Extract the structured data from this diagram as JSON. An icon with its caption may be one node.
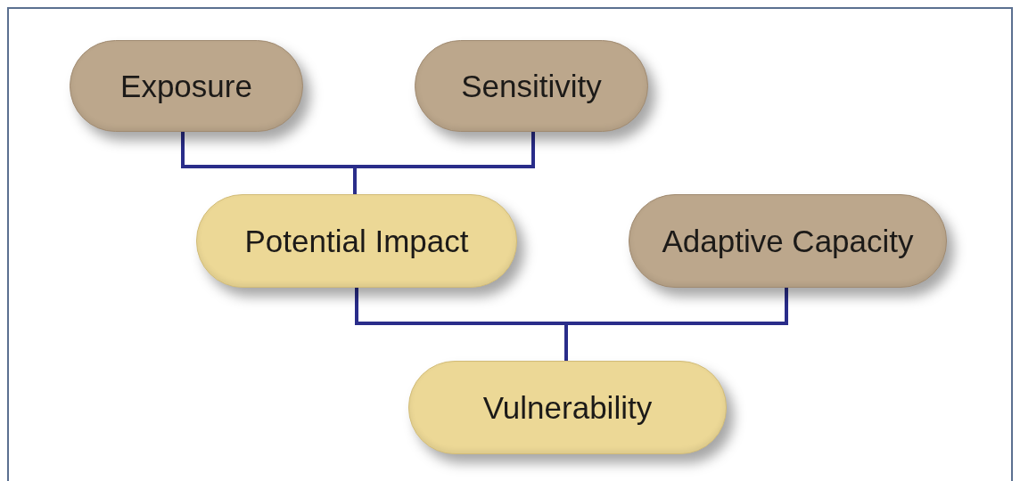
{
  "diagram": {
    "nodes": [
      {
        "text": [
          "Exposure"
        ]
      },
      {
        "text": [
          "Sensitivity"
        ]
      },
      {
        "text": [
          "Potential Impact"
        ]
      },
      {
        "text": [
          "Adaptive Capacity"
        ]
      },
      {
        "text": [
          "Vulnerability"
        ]
      }
    ],
    "edges": [
      {
        "from": 0,
        "to": 2,
        "arrow": "none"
      },
      {
        "from": 1,
        "to": 2,
        "arrow": "none"
      },
      {
        "from": 2,
        "to": 4,
        "arrow": "none"
      },
      {
        "from": 3,
        "to": 4,
        "arrow": "none"
      }
    ]
  }
}
